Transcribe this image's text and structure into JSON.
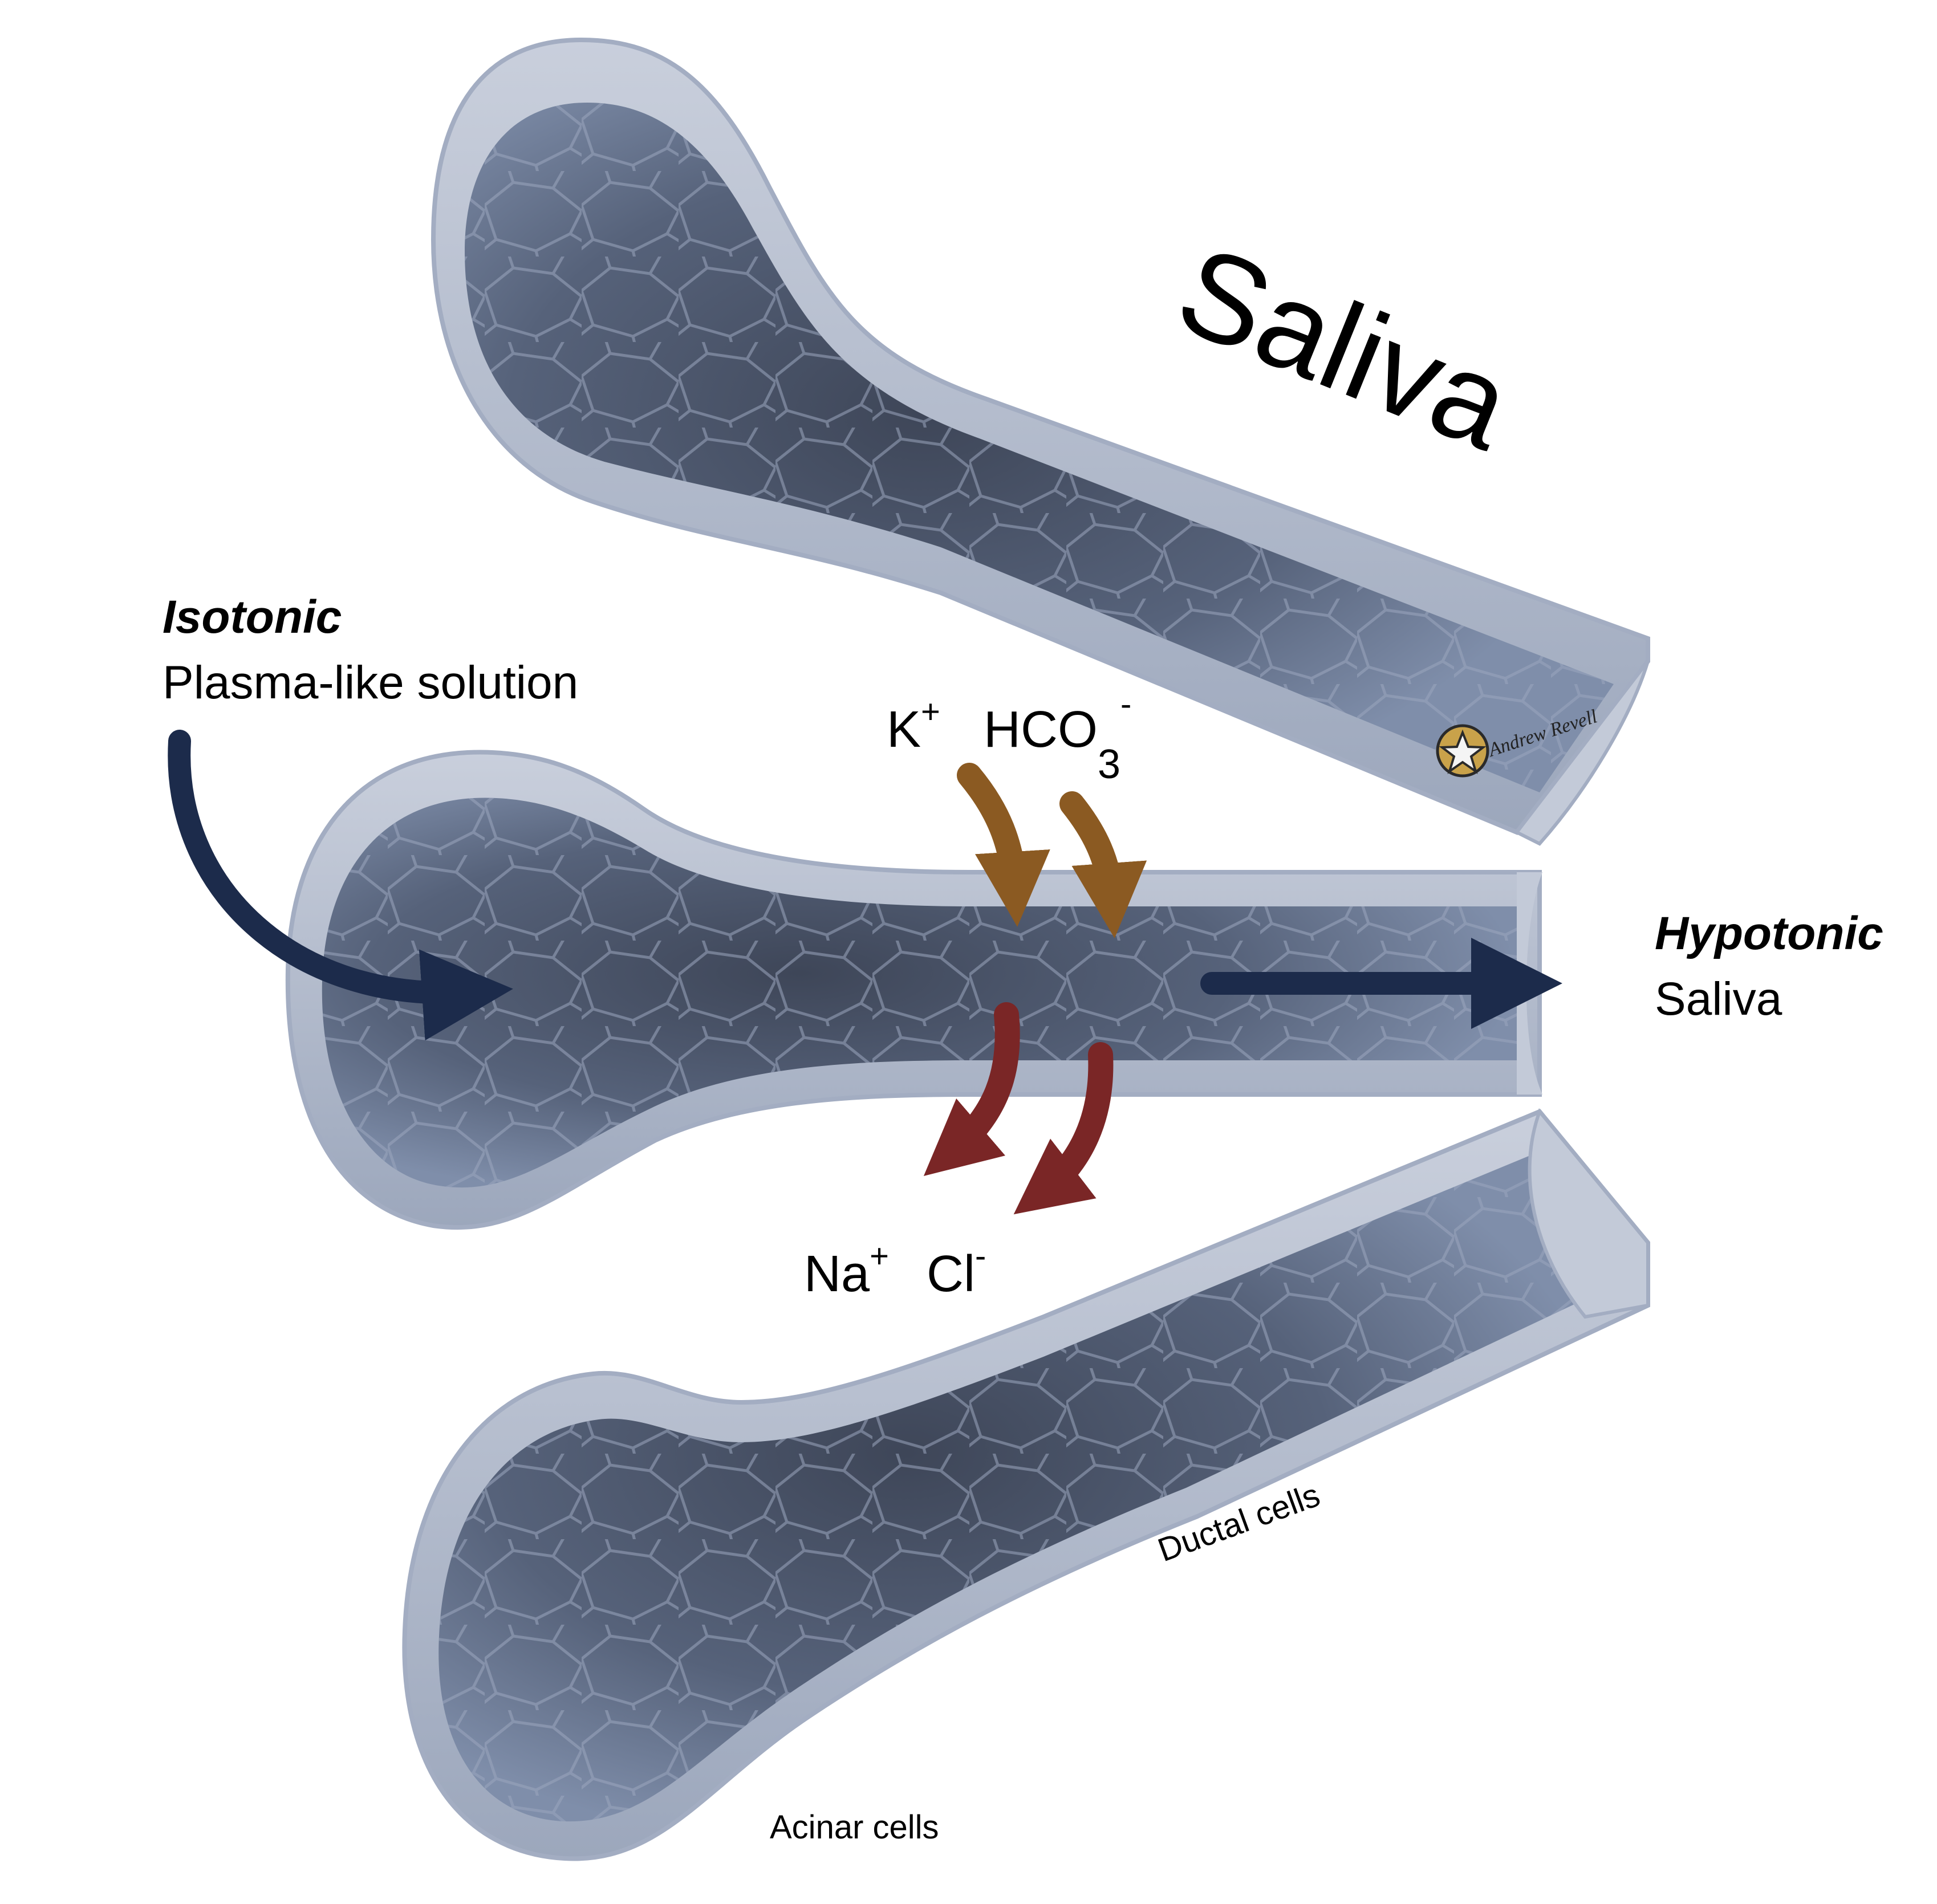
{
  "title": "Saliva",
  "labels": {
    "isotonic_heading": "Isotonic",
    "isotonic_text": "Plasma-like solution",
    "hypotonic_heading": "Hypotonic",
    "hypotonic_text": "Saliva",
    "ductal_cells": "Ductal cells",
    "acinar_cells": "Acinar cells"
  },
  "ions": {
    "secreted": [
      {
        "base": "K",
        "charge": "+",
        "subscript": ""
      },
      {
        "base": "HCO",
        "charge": "-",
        "subscript": "3"
      }
    ],
    "reabsorbed": [
      {
        "base": "Na",
        "charge": "+",
        "subscript": ""
      },
      {
        "base": "Cl",
        "charge": "-",
        "subscript": ""
      }
    ]
  },
  "logo": {
    "text": "Andrew Revell"
  },
  "colors": {
    "flow_arrow": "#1c2b4b",
    "secretion_arrow": "#8b5a22",
    "reabsorption_arrow": "#7a2626",
    "tissue_outer": "#b9c0d0",
    "tissue_inner": "#4b5467",
    "tissue_cell_line": "#9aa6bd"
  }
}
